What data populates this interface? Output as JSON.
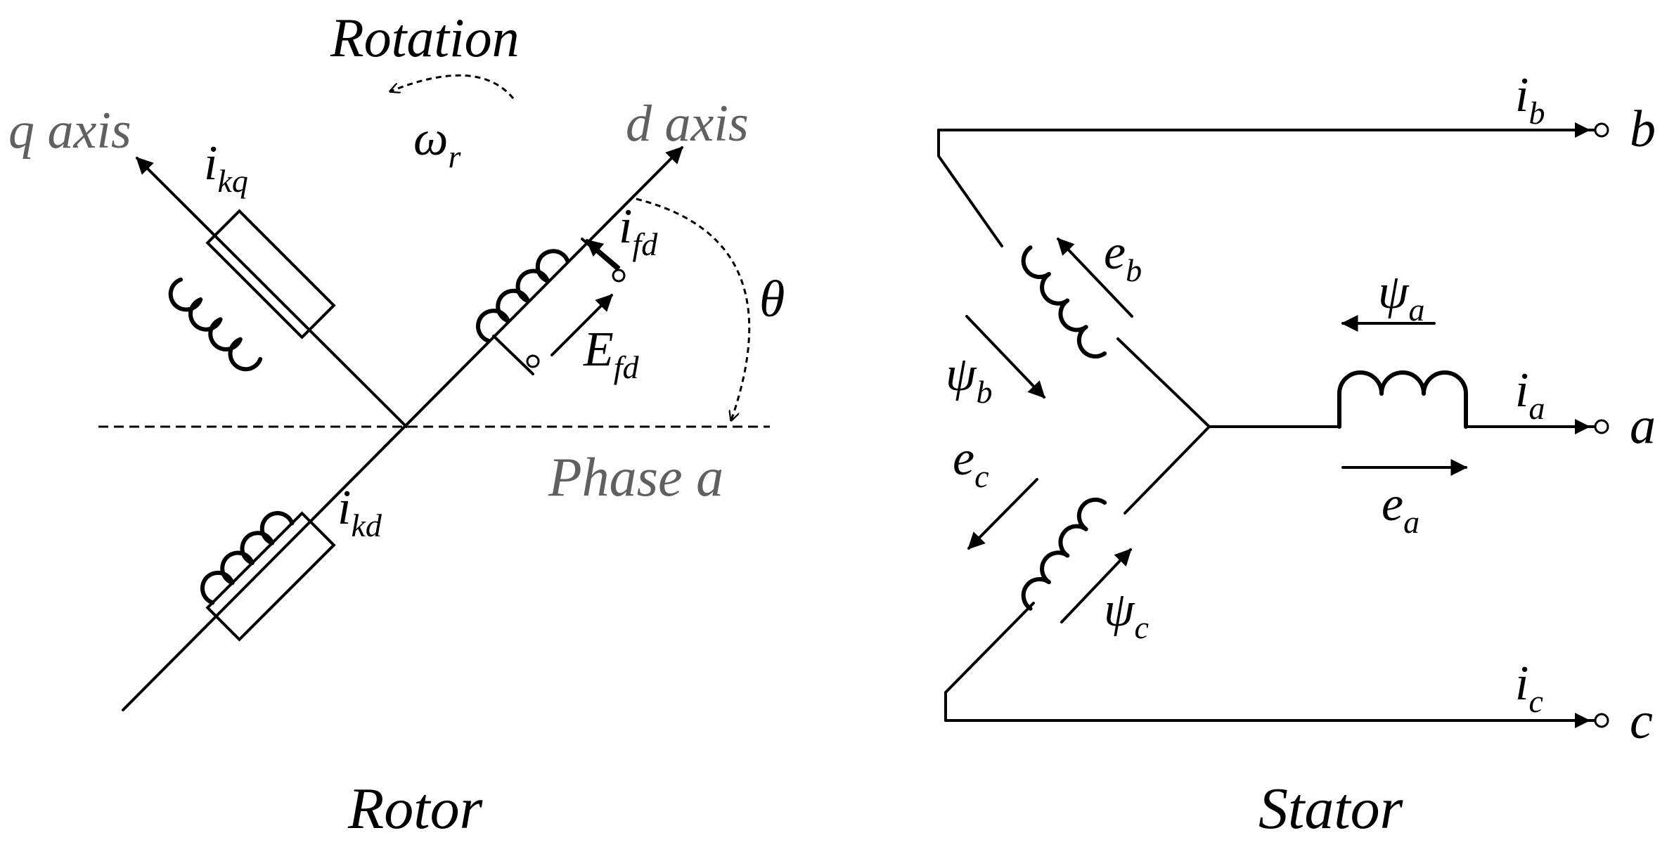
{
  "labels": {
    "rotation": "Rotation",
    "omega": "ω",
    "omega_sub": "r",
    "q_axis": "q axis",
    "d_axis": "d axis",
    "theta": "θ",
    "phase_a": "Phase a",
    "i_kq": "i",
    "i_kq_sub": "kq",
    "i_fd": "i",
    "i_fd_sub": "fd",
    "E_fd": "E",
    "E_fd_sub": "fd",
    "i_kd": "i",
    "i_kd_sub": "kd",
    "rotor": "Rotor",
    "stator": "Stator",
    "i_b": "i",
    "i_b_sub": "b",
    "b": "b",
    "e_b": "e",
    "e_b_sub": "b",
    "psi_a": "ψ",
    "psi_a_sub": "a",
    "psi_b": "ψ",
    "psi_b_sub": "b",
    "i_a": "i",
    "i_a_sub": "a",
    "a": "a",
    "e_a": "e",
    "e_a_sub": "a",
    "e_c": "e",
    "e_c_sub": "c",
    "psi_c": "ψ",
    "psi_c_sub": "c",
    "i_c": "i",
    "i_c_sub": "c",
    "c": "c"
  },
  "colors": {
    "ink": "#000000",
    "axis_label": "#606060",
    "background": "#ffffff"
  }
}
